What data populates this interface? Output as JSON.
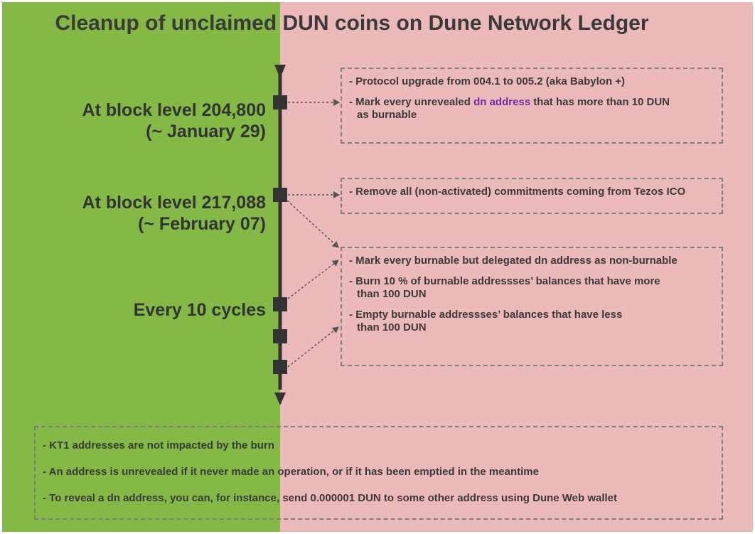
{
  "title": "Cleanup of unclaimed DUN coins on Dune Network Ledger",
  "milestones": [
    {
      "line1": "At block level 204,800",
      "line2": "(~ January 29)"
    },
    {
      "line1": "At block level 217,088",
      "line2": "(~ February 07)"
    },
    {
      "line1": "Every 10 cycles"
    }
  ],
  "boxes": {
    "upgrade": {
      "item1": "- Protocol upgrade from 004.1 to 005.2 (aka Babylon +)",
      "item2_prefix": "- Mark every unrevealed ",
      "item2_highlight": "dn address",
      "item2_suffix": " that has more than 10 DUN",
      "item2_line2": "as burnable"
    },
    "commitments": {
      "item1": "- Remove all (non-activated) commitments coming from Tezos ICO"
    },
    "burn": {
      "item1": "- Mark every burnable but delegated dn address as non-burnable",
      "item2_line1": "- Burn 10 % of burnable addressses’ balances that have more",
      "item2_line2": "than 100 DUN",
      "item3_line1": "- Empty burnable addressses’ balances that have less",
      "item3_line2": "than 100 DUN"
    },
    "notes": [
      "- KT1 addresses are not impacted by the burn",
      "- An address is unrevealed if it never made an operation, or if it has been emptied in the meantime",
      "- To reveal a dn address, you can, for instance, send 0.000001 DUN to some other address using Dune Web wallet"
    ]
  },
  "colors": {
    "left_background": "#84b946",
    "right_background": "#ecb9bb",
    "highlight": "#6b2fa0",
    "timeline": "#333333"
  }
}
